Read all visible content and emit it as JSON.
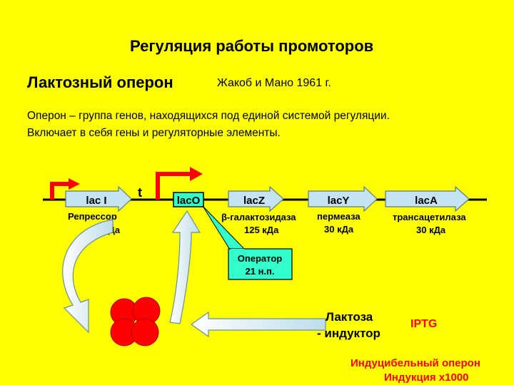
{
  "title": "Регуляция работы промоторов",
  "subtitle": "Лактозный оперон",
  "authors": "Жакоб и Мано 1961 г.",
  "description": [
    "Оперон – группа генов, находящихся под единой системой регуляции.",
    "Включает в себя гены и регуляторные элементы."
  ],
  "terminator": "t",
  "genes": {
    "lacI": "lac I",
    "lacO": "lacO",
    "lacZ": "lacZ",
    "lacY": "lacY",
    "lacA": "lacA"
  },
  "proteins": {
    "repressor": {
      "name": "Репрессор",
      "size": "38 кДа"
    },
    "galactosidase": {
      "name": "β-галактозидаза",
      "size": "125 кДа"
    },
    "permease": {
      "name": "пермеаза",
      "size": "30 кДа"
    },
    "transacetylase": {
      "name": "трансацетилаза",
      "size": "30 кДа"
    }
  },
  "operator_callout": {
    "line1": "Оператор",
    "line2": "21 н.п."
  },
  "inducer": {
    "line1": "Лактоза",
    "line2": "- индуктор"
  },
  "iptg": "IPTG",
  "footer": {
    "line1": "Индуцибельный оперон",
    "line2": "Индукция х1000"
  },
  "colors": {
    "background": "#FFFF00",
    "gene_arrow_fill": "#C5E3F0",
    "operator_fill": "#33FFCC",
    "promoter_arrow": "#FF0000",
    "repressor_tetramer": "#FF0000",
    "curved_arrow_fill": "#DDEFF7"
  }
}
